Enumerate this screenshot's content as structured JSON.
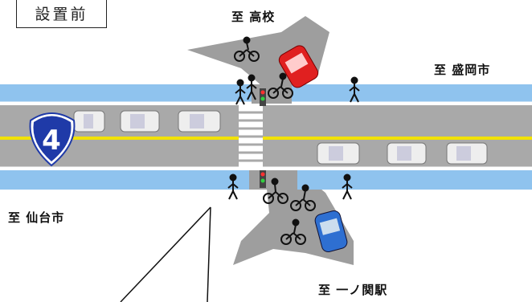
{
  "caption": "設置前",
  "destinations": {
    "north": "至 高校",
    "east": "至 盛岡市",
    "west": "至 仙台市",
    "south": "至 一ノ関駅"
  },
  "route_shield": {
    "number": "4",
    "color": "#1f3aa8"
  },
  "colors": {
    "road": "#a9a9a9",
    "sidewalk": "#8fc3ee",
    "center_line": "#f2e200",
    "side_road": "#9e9e9e",
    "red_car": "#e02020",
    "blue_car": "#2e6fd1"
  }
}
